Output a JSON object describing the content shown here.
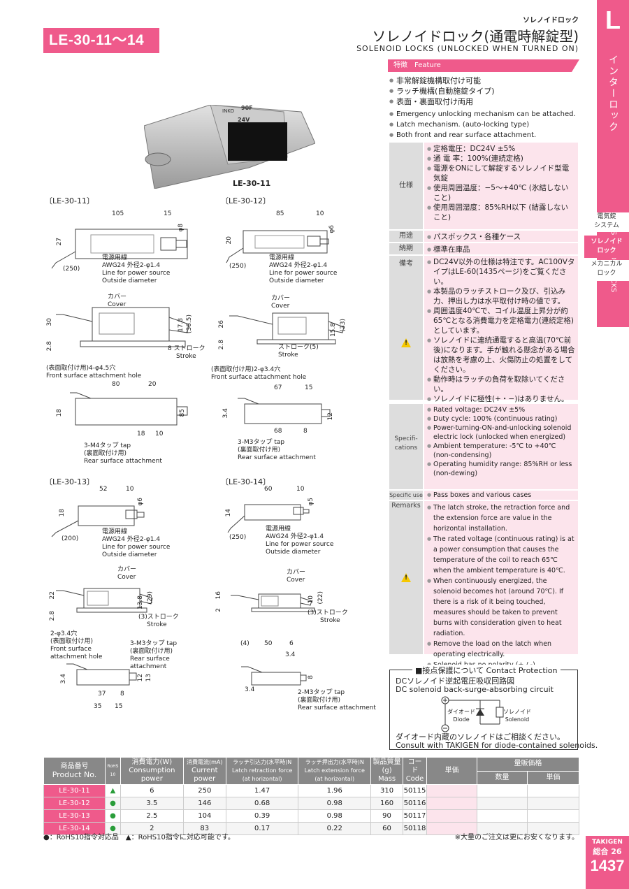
{
  "header": {
    "product_id": "LE-30-11～14",
    "category": "ソレノイドロック",
    "title": "ソレノイドロック(通電時解錠型)",
    "subtitle": "SOLENOID LOCKS (UNLOCKED WHEN TURNED ON)"
  },
  "side": {
    "letter": "L",
    "jp": "インターロック",
    "en": "SOLENOID LOCKS",
    "nav": [
      {
        "l1": "電気錠",
        "l2": "システム"
      },
      {
        "l1": "ソレノイド",
        "l2": "ロック"
      },
      {
        "l1": "メカニカル",
        "l2": "ロック"
      }
    ]
  },
  "feature": {
    "label_jp": "特徴",
    "label_en": "Feature",
    "jp": [
      "非常解錠機構取付け可能",
      "ラッチ機構(自動施錠タイプ)",
      "表面・裏面取付け両用"
    ],
    "en": [
      "Emergency unlocking mechanism can be attached.",
      "Latch mechanism. (auto-locking type)",
      "Both front and rear surface attachment."
    ]
  },
  "spec_jp": {
    "h_spec": "仕様",
    "h_use": "用途",
    "h_delivery": "納期",
    "h_remarks": "備考",
    "spec": [
      "定格電圧：DC24V ±5%",
      "通 電 率：100%(連続定格)",
      "電源をONにして解錠するソレノイド型電気錠",
      "使用周囲温度：−5〜+40℃ (氷結しないこと)",
      "使用周囲湿度：85%RH以下 (結露しないこと)"
    ],
    "use": "パスボックス・各種ケース",
    "delivery": "標準在庫品",
    "remarks": [
      "DC24V以外の仕様は特注です。AC100VタイプはLE-60(1435ページ)をご覧ください。",
      "本製品のラッチストローク及び、引込み力、押出し力は水平取付け時の値です。",
      "周囲温度40℃で、コイル温度上昇分が約65℃となる消費電力を定格電力(連続定格)としています。",
      "ソレノイドに連続通電すると高温(70℃前後)になります。手が触れる懸念がある場合は放熱を考慮の上、火傷防止の処置をしてください。",
      "動作時はラッチの負荷を取除いてください。",
      "ソレノイドに極性(+・−)はありません。"
    ]
  },
  "spec_en": {
    "h_spec": "Specifi-cations",
    "h_use": "Specific use",
    "h_remarks": "Remarks",
    "spec": [
      "Rated voltage: DC24V ±5%",
      "Duty cycle: 100% (continuous rating)",
      "Power-turning-ON-and-unlocking solenoid electric lock (unlocked when energized)",
      "Ambient temperature: -5℃ to +40℃ (non-condensing)",
      "Operating humidity range: 85%RH or less (non-dewing)"
    ],
    "use": "Pass boxes and various cases",
    "remarks": [
      "The latch stroke, the retraction force and the extension force are value in the horizontal installation.",
      "The rated voltage (continuous rating) is at a power consumption that causes the temperature of the coil to reach 65℃ when the ambient temperature is 40℃.",
      "When continuously energized, the solenoid becomes hot (around 70℃). If there is a risk of it being touched, measures should be taken to prevent burns with consideration given to heat radiation.",
      "Remove the load on the latch when operating electrically.",
      "Solenoid has no polarity (+ / -)."
    ]
  },
  "contact": {
    "title": "■接点保護について Contact Protection",
    "l1": "DCソレノイド逆起電圧吸収回路図",
    "l2": "DC solenoid back-surge-absorbing circuit",
    "diode_jp": "ダイオード",
    "diode_en": "Diode",
    "sol_jp": "ソレノイド",
    "sol_en": "Solenoid",
    "n1": "ダイオード内蔵のソレノイドはご相談ください。",
    "n2": "Consult with TAKIGEN for diode-contained solenoids."
  },
  "photo": {
    "caption": "LE-30-11",
    "label1": "INKO",
    "label2": "90F",
    "label3": "24V"
  },
  "drawings": {
    "d11": "〔LE-30-11〕",
    "d12": "〔LE-30-12〕",
    "d13": "〔LE-30-13〕",
    "d14": "〔LE-30-14〕",
    "power_jp": "電源用線",
    "power_awg": "AWG24 外径2-φ1.4",
    "power_en": "Line for power source",
    "od_en": "Outside diameter",
    "cover_jp": "カバー",
    "cover_en": "Cover",
    "stroke_jp": "ストローク",
    "stroke_en": "Stroke",
    "front_jp": "(表面取付け用)",
    "front_en": "Front surface attachment hole",
    "rear_jp": "(裏面取付け用)",
    "rear_en": "Rear surface attachment",
    "tap": "tap",
    "d11_front": "(表面取付け用)4-φ4.5穴",
    "d11_tap": "3-M4タップ",
    "d12_front": "(表面取付け用)2-φ3.4穴",
    "d12_tap": "3-M3タップ",
    "d13_hole": "2-φ3.4穴",
    "d13_tap": "3-M3タップ",
    "d14_tap": "2-M3タップ",
    "d11_dims": [
      "105",
      "15",
      "27",
      "φ8",
      "(250)",
      "30",
      "2.8",
      "17.8",
      "(36.5)",
      "8",
      "80",
      "20",
      "18",
      "85",
      "18",
      "10"
    ],
    "d12_dims": [
      "85",
      "10",
      "20",
      "φ6",
      "(250)",
      "26",
      "2.8",
      "15.8",
      "(33)",
      "(5)",
      "67",
      "15",
      "3.4",
      "12",
      "68",
      "8"
    ],
    "d13_dims": [
      "52",
      "10",
      "18",
      "φ6",
      "(200)",
      "22",
      "2.8",
      "13.8",
      "(29)",
      "(3)",
      "3.4",
      "12",
      "13",
      "37",
      "8",
      "35",
      "15"
    ],
    "d14_dims": [
      "60",
      "10",
      "14",
      "φ5",
      "(250)",
      "16",
      "2",
      "10",
      "(22)",
      "(3)",
      "(4)",
      "50",
      "6",
      "3.4",
      "8",
      "3.4"
    ]
  },
  "table": {
    "headers": {
      "product_jp": "商品番号",
      "product_en": "Product No.",
      "rohs": "RoHS 10",
      "cons_jp": "消費電力(W)",
      "cons_en": "Consumption power",
      "cur_jp": "消費電流(mA)",
      "cur_en": "Current power",
      "ret_jp": "ラッチ引込力(水平時)N",
      "ret_en": "Latch retraction force (at horizontal)",
      "ext_jp": "ラッチ押出力(水平時)N",
      "ext_en": "Latch extension force (at horizontal)",
      "mass_jp": "製品質量(g)",
      "mass_en": "Mass",
      "code_jp": "コード",
      "code_en": "Code",
      "price": "単価",
      "bulk": "量販価格",
      "qty": "数量",
      "unit": "単価"
    },
    "rows": [
      [
        "LE-30-11",
        "▲",
        "6",
        "250",
        "1.47",
        "1.96",
        "310",
        "50115"
      ],
      [
        "LE-30-12",
        "●",
        "3.5",
        "146",
        "0.68",
        "0.98",
        "160",
        "50116"
      ],
      [
        "LE-30-13",
        "●",
        "2.5",
        "104",
        "0.39",
        "0.98",
        "90",
        "50117"
      ],
      [
        "LE-30-14",
        "●",
        "2",
        "83",
        "0.17",
        "0.22",
        "60",
        "50118"
      ]
    ]
  },
  "notes": {
    "left": "●：RoHS10指令対応品　▲：RoHS10指令に対応可能です。",
    "right": "※大量のご注文は更にお安くなります。"
  },
  "footer": {
    "brand": "TAKIGEN",
    "sogo": "総合",
    "sogo_num": "26",
    "page": "1437"
  },
  "colors": {
    "accent": "#ef5a8b",
    "pink_light": "#fce4ec",
    "header_gray": "#888888"
  }
}
